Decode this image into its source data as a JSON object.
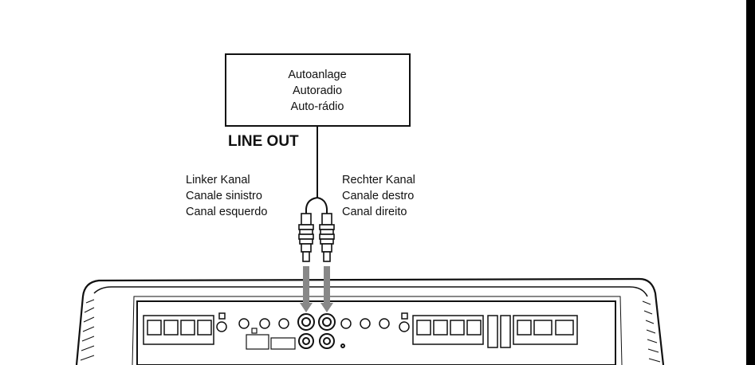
{
  "source_unit": {
    "lines": [
      "Autoanlage",
      "Autoradio",
      "Auto-rádio"
    ]
  },
  "output_label": "LINE OUT",
  "left_channel": {
    "lines": [
      "Linker Kanal",
      "Canale sinistro",
      "Canal esquerdo"
    ]
  },
  "right_channel": {
    "lines": [
      "Rechter Kanal",
      "Canale destro",
      "Canal direito"
    ]
  },
  "colors": {
    "line": "#111111",
    "arrow": "#888888",
    "background": "#ffffff"
  }
}
